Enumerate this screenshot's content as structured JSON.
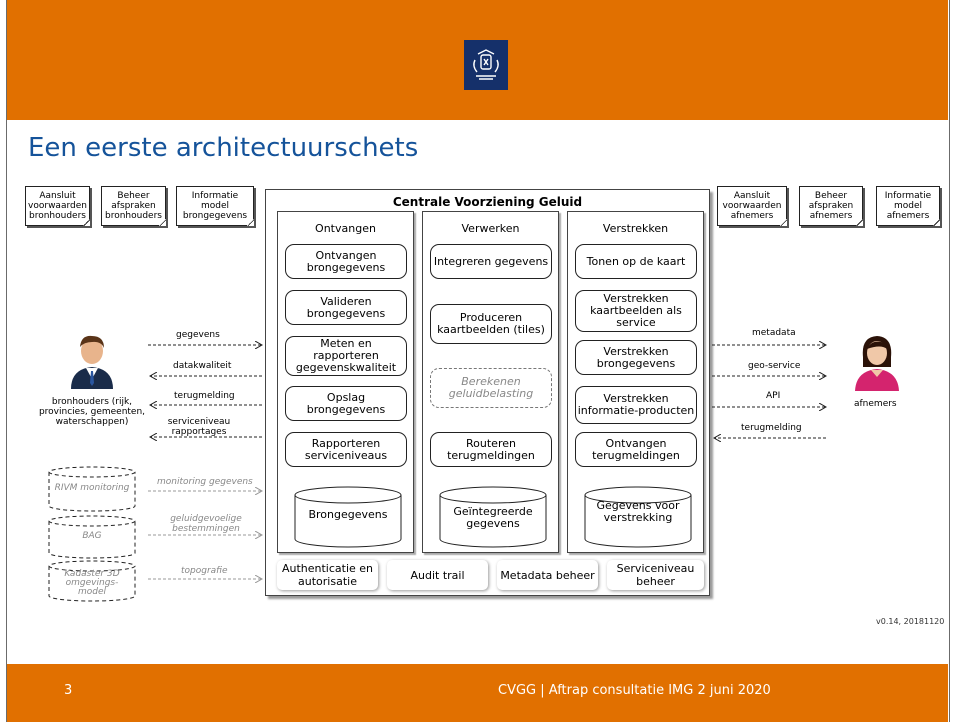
{
  "slide": {
    "title": "Een eerste architectuurschets",
    "footer_number": "3",
    "footer_text": "CVGG | Aftrap consultatie IMG 2 juni 2020",
    "version": "v0.14, 20181120",
    "brand_color": "#e17000",
    "title_color": "#15539a"
  },
  "docs_left": [
    "Aansluit voorwaarden bronhouders",
    "Beheer afspraken bronhouders",
    "Informatie model brongegevens"
  ],
  "docs_right": [
    "Aansluit voorwaarden afnemers",
    "Beheer afspraken afnemers",
    "Informatie model afnemers"
  ],
  "cvg": {
    "title": "Centrale Voorziening Geluid",
    "columns": [
      {
        "heading": "Ontvangen",
        "processes": [
          "Ontvangen brongegevens",
          "Valideren brongegevens",
          "Meten en rapporteren gegevenskwaliteit",
          "Opslag brongegevens",
          "Rapporteren serviceniveaus"
        ],
        "store": "Brongegevens"
      },
      {
        "heading": "Verwerken",
        "processes": [
          "Integreren gegevens",
          "Produceren kaartbeelden (tiles)",
          "Berekenen geluidbelasting",
          "Routeren terugmeldingen"
        ],
        "store": "Geïntegreerde gegevens"
      },
      {
        "heading": "Verstrekken",
        "processes": [
          "Tonen op de kaart",
          "Verstrekken kaartbeelden als service",
          "Verstrekken brongegevens",
          "Verstrekken informatie-producten",
          "Ontvangen terugmeldingen"
        ],
        "store": "Gegevens voor verstrekking"
      }
    ],
    "services": [
      "Authenticatie en autorisatie",
      "Audit trail",
      "Metadata beheer",
      "Serviceniveau beheer"
    ]
  },
  "left_actor": {
    "name": "bronhouders (rijk, provincies, gemeenten, waterschappen)",
    "icon": "male-person-icon"
  },
  "right_actor": {
    "name": "afnemers",
    "icon": "female-person-icon"
  },
  "left_flows": [
    "gegevens",
    "datakwaliteit",
    "terugmelding",
    "serviceniveau rapportages"
  ],
  "right_flows": [
    "metadata",
    "geo-service",
    "API",
    "terugmelding"
  ],
  "external_sources": [
    {
      "name": "RIVM monitoring",
      "flow": "monitoring gegevens"
    },
    {
      "name": "BAG",
      "flow": "geluidgevoelige bestemmingen"
    },
    {
      "name": "Kadaster 3D omgevings-model",
      "flow": "topografie"
    }
  ]
}
